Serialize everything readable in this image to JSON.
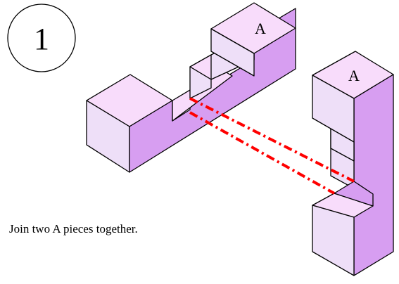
{
  "step": {
    "number": "1"
  },
  "pieces": {
    "left_label": "A",
    "right_label": "A"
  },
  "instruction": "Join two A pieces together.",
  "colors": {
    "top_face": "#f8dcfb",
    "front_face": "#eedff8",
    "side_face": "#d79ef1",
    "guide_line": "#ff0000",
    "outline": "#000000"
  }
}
